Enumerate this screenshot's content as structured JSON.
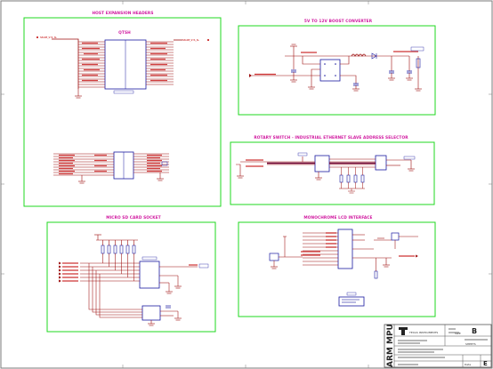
{
  "sections": {
    "host_expansion_headers": {
      "title": "HOST EXPANSION HEADERS",
      "connector": "QTSH",
      "ref_left": "SPARE_SYS_SL",
      "ref_right": "SPARE_SYS_SL"
    },
    "boost_converter": {
      "title": "5V TO 12V BOOST CONVERTER"
    },
    "rotary_switch": {
      "title": "ROTARY SWITCH - INDUSTRIAL ETHERNET SLAVE ADDRESS SELECTOR"
    },
    "micro_sd": {
      "title": "MICRO SD CARD SOCKET"
    },
    "lcd_interface": {
      "title": "MONOCHROME LCD INTERFACE"
    }
  },
  "title_block": {
    "vertical_text": "ARM MPU",
    "logo_text": "TI",
    "company": "TEXAS INSTRUMENTS",
    "size_label": "SIZE",
    "size_value": "B",
    "sheet_label": "SHEETS",
    "date_label": "Date"
  },
  "colors": {
    "border": "#7a7a7a",
    "section_border": "#1fd81f",
    "title": "#d0179f",
    "wire": "#9c0c0c",
    "bus": "#6a0030",
    "component": "#1a1aa0",
    "label": "#c20000"
  }
}
